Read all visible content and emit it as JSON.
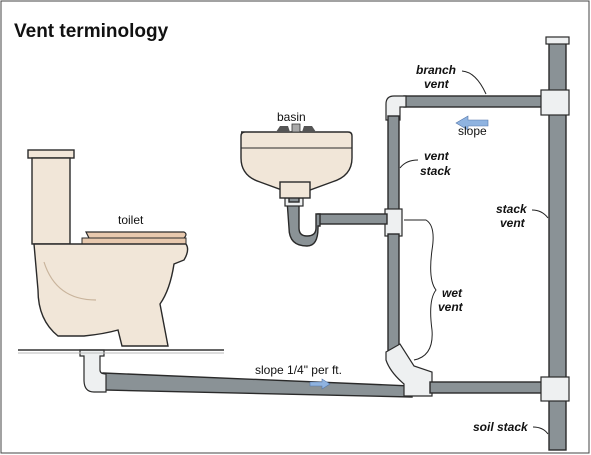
{
  "title": "Vent terminology",
  "labels": {
    "basin": "basin",
    "toilet": "toilet",
    "branch_vent_1": "branch",
    "branch_vent_2": "vent",
    "slope_top": "slope",
    "vent_stack_1": "vent",
    "vent_stack_2": "stack",
    "stack_vent_1": "stack",
    "stack_vent_2": "vent",
    "wet_vent_1": "wet",
    "wet_vent_2": "vent",
    "slope_bottom": "slope 1/4\" per ft.",
    "soil_stack": "soil stack"
  },
  "colors": {
    "pipe": "#8a9296",
    "porcelain": "#f1e6d8",
    "slope_arrow": "#8fb3e0"
  }
}
